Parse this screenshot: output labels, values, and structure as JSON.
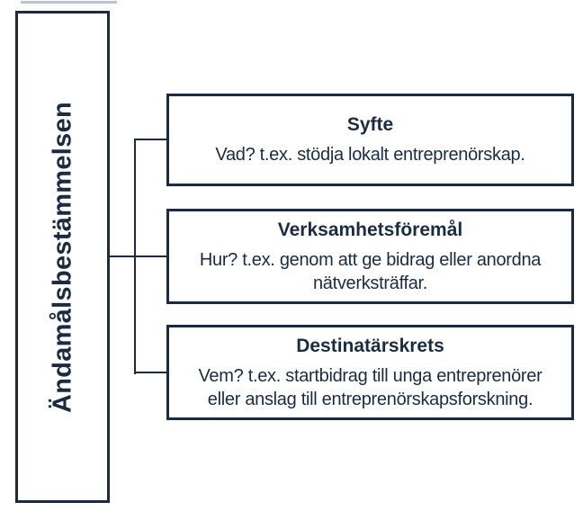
{
  "colors": {
    "ink": "#1b2c42",
    "background": "#ffffff",
    "artifact": "#b9c4cf"
  },
  "root": {
    "label": "Ändamålsbestämmelsen"
  },
  "nodes": [
    {
      "title": "Syfte",
      "lines": [
        "Vad? t.ex. stödja lokalt entreprenörskap."
      ]
    },
    {
      "title": "Verksamhetsföremål",
      "lines": [
        "Hur? t.ex. genom att ge bidrag eller anordna",
        "nätverksträffar."
      ]
    },
    {
      "title": "Destinatärskrets",
      "lines": [
        "Vem? t.ex. startbidrag till unga entreprenörer",
        "eller anslag till entreprenörskapsforskning."
      ]
    }
  ]
}
